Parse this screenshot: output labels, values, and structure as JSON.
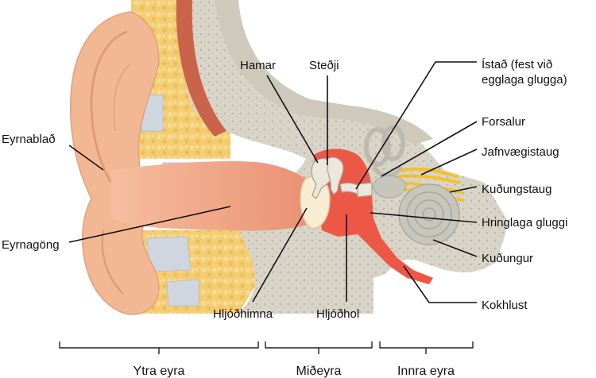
{
  "labels": {
    "hamar": "Hamar",
    "stedji": "Steðji",
    "istad_line1": "Ístað (fest við",
    "istad_line2": "egglaga glugga)",
    "forsalur": "Forsalur",
    "jafnvaegistaug": "Jafnvægistaug",
    "kudungstaug": "Kuðungstaug",
    "hringlaga_gluggi": "Hringlaga gluggi",
    "kudungur": "Kuðungur",
    "kokhlust": "Kokhlust",
    "eyrnablad": "Eyrnablað",
    "eyrnagong": "Eyrnagöng",
    "hljodhimna": "Hljóðhimna",
    "hljodhol": "Hljóðhol"
  },
  "regions": {
    "ytra": "Ytra eyra",
    "midh": "Miðeyra",
    "innra": "Innra eyra"
  },
  "colors": {
    "skin": "#f2b894",
    "canal": "#f0a283",
    "bone": "#dcd7cc",
    "fat": "#f4cd73",
    "cavity": "#ec5845",
    "cochlea": "#c7c6bc",
    "nerve": "#f3c12b",
    "muscle": "#c9644a"
  }
}
